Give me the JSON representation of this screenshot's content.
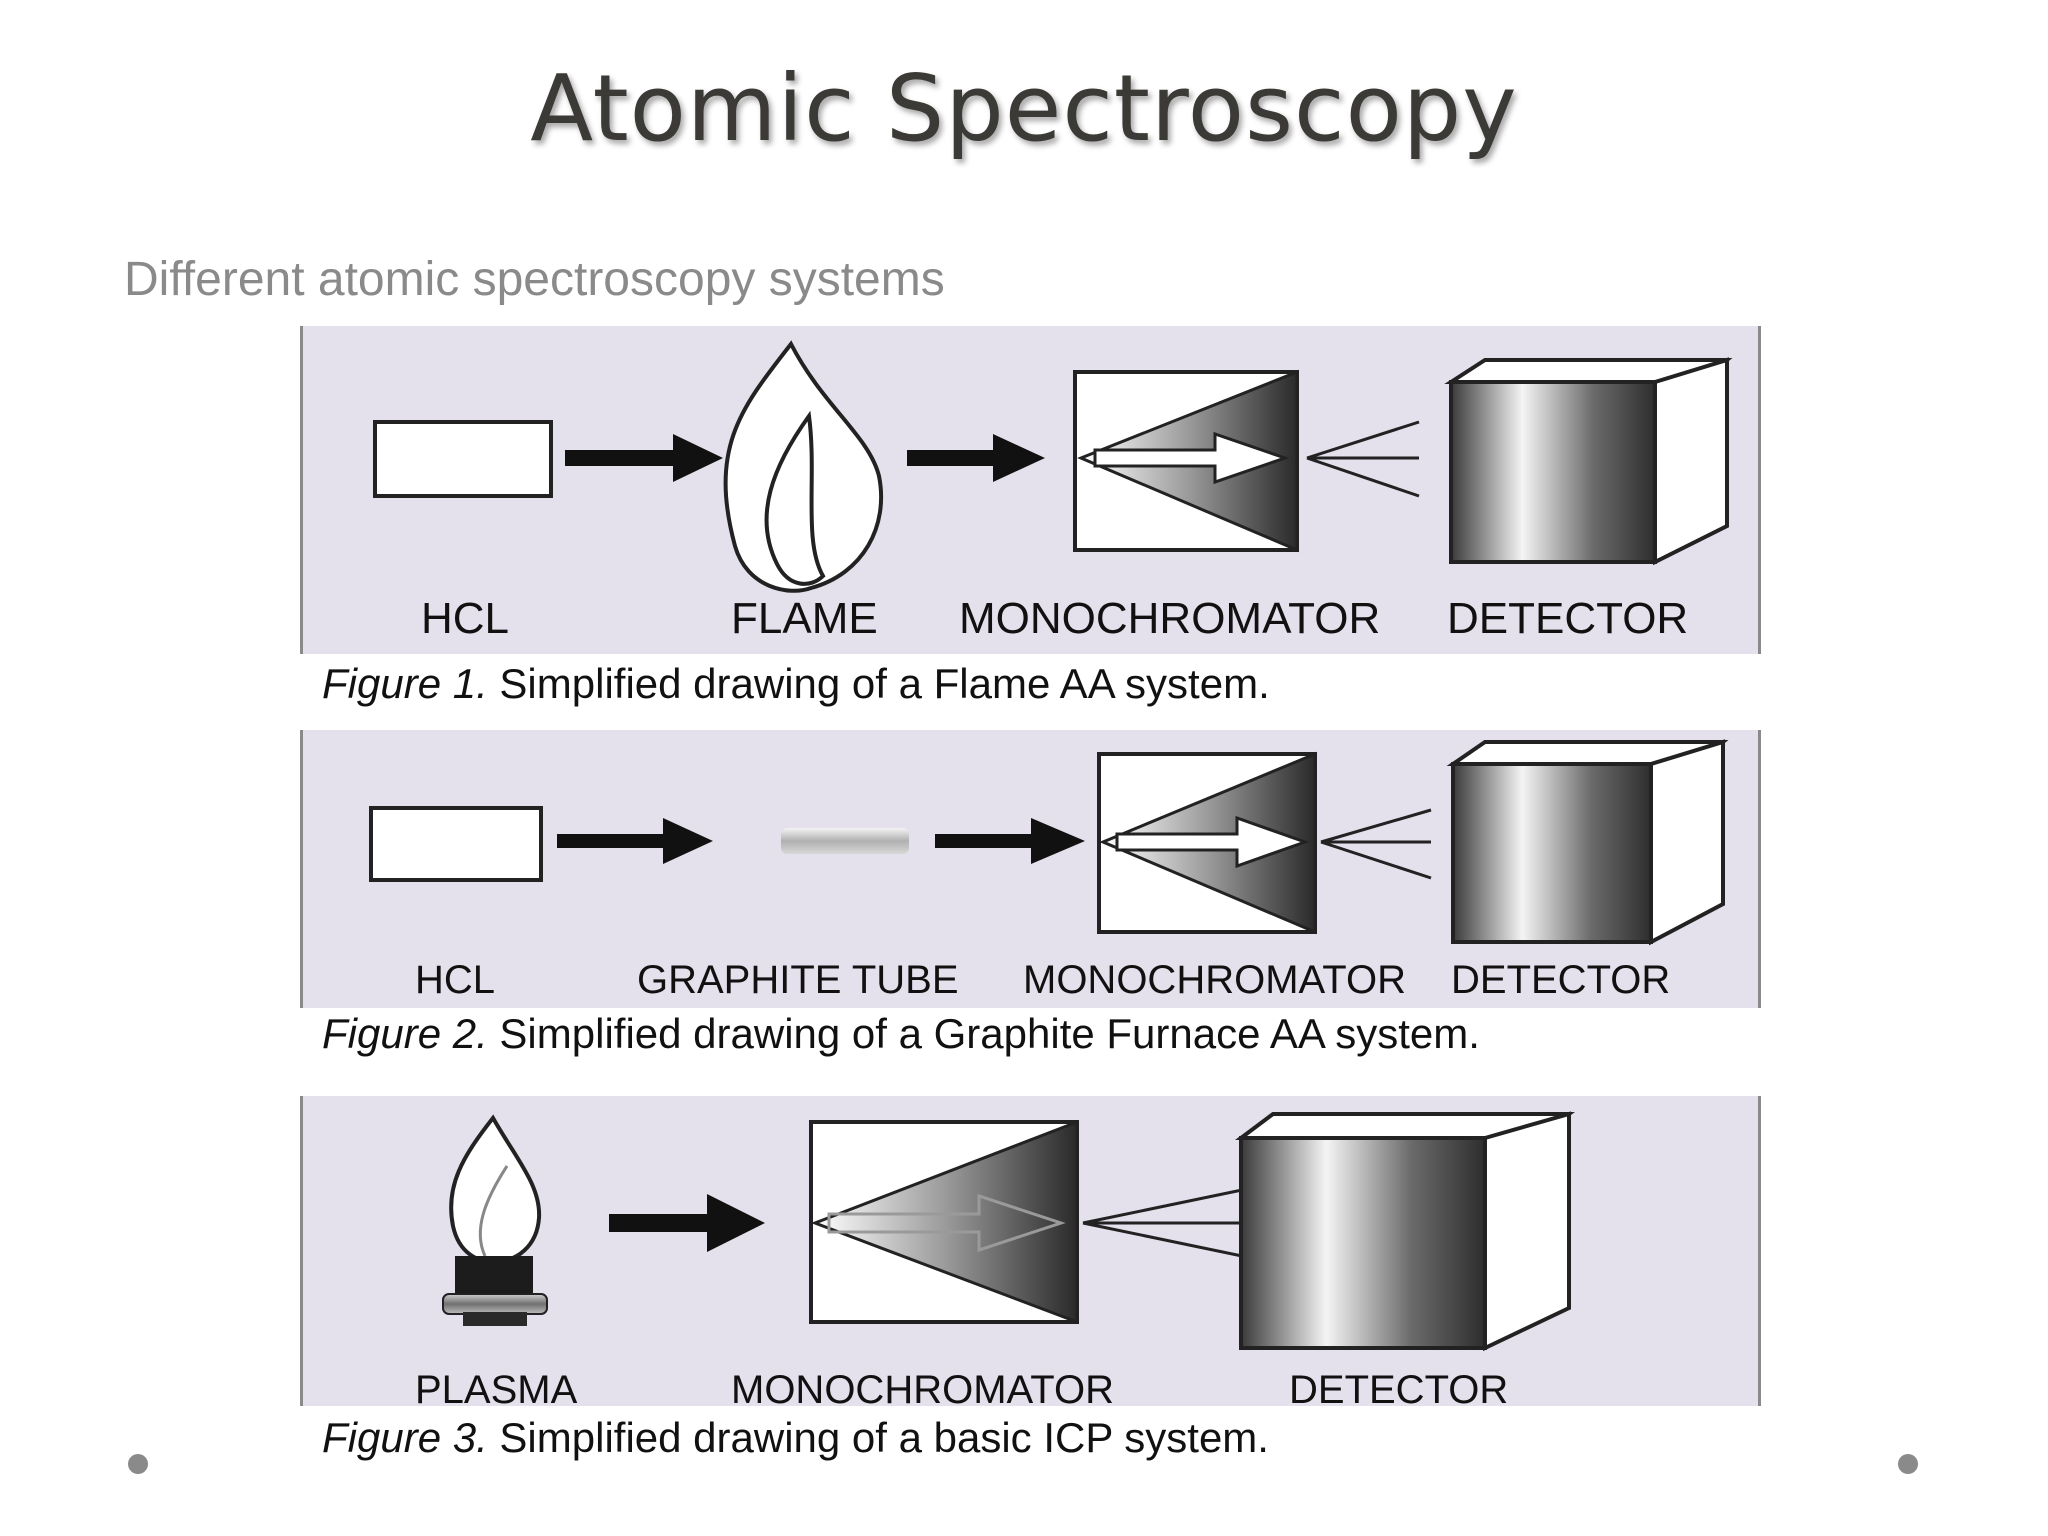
{
  "slide": {
    "title": "Atomic Spectroscopy",
    "subtitle": "Different atomic spectroscopy systems"
  },
  "figures": [
    {
      "labels": [
        "HCL",
        "FLAME",
        "MONOCHROMATOR",
        "DETECTOR"
      ],
      "caption_prefix": "Figure 1.",
      "caption_text": "Simplified drawing of a Flame AA system."
    },
    {
      "labels": [
        "HCL",
        "GRAPHITE TUBE",
        "MONOCHROMATOR",
        "DETECTOR"
      ],
      "caption_prefix": "Figure 2.",
      "caption_text": "Simplified drawing of a Graphite Furnace AA system."
    },
    {
      "labels": [
        "PLASMA",
        "MONOCHROMATOR",
        "DETECTOR"
      ],
      "caption_prefix": "Figure 3.",
      "caption_text": "Simplified drawing of a basic ICP system."
    }
  ],
  "colors": {
    "panel_bg": "#e4e0ec",
    "title": "#3b3a36",
    "subtitle": "#8a8a8a"
  }
}
